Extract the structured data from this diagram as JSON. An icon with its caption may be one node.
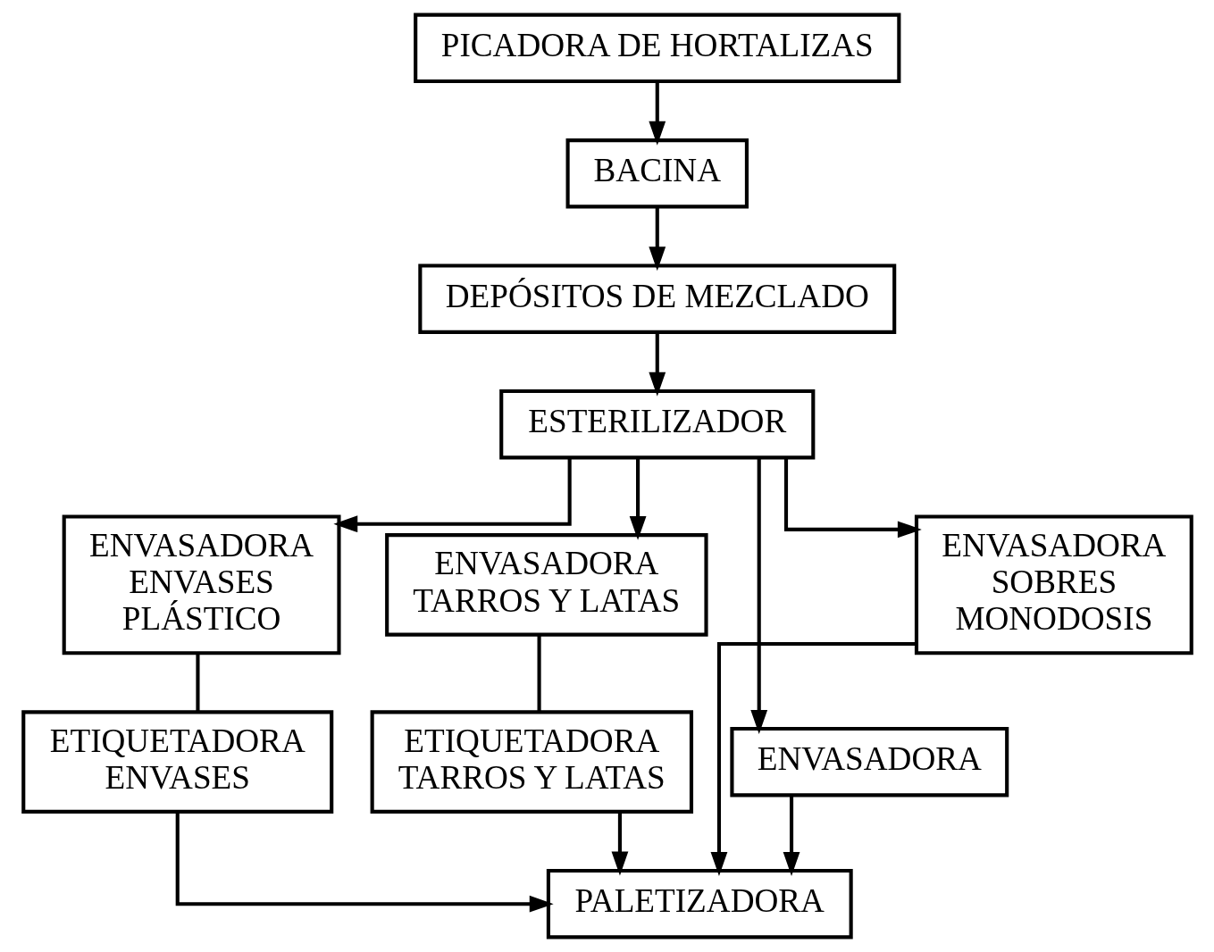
{
  "diagram": {
    "nodes": [
      {
        "text": [
          "PICADORA DE HORTALIZAS"
        ]
      },
      {
        "text": [
          "BACINA"
        ]
      },
      {
        "text": [
          "DEPÓSITOS DE MEZCLADO"
        ]
      },
      {
        "text": [
          "ESTERILIZADOR"
        ]
      },
      {
        "text": [
          "ENVASADORA ENVASES PLÁSTICO"
        ]
      },
      {
        "text": [
          "ENVASADORA TARROS Y LATAS"
        ]
      },
      {
        "text": [
          "ENVASADORA"
        ]
      },
      {
        "text": [
          "ENVASADORA SOBRES MONODOSIS"
        ]
      },
      {
        "text": [
          "ETIQUETADORA ENVASES"
        ]
      },
      {
        "text": [
          "ETIQUETADORA TARROS Y LATAS"
        ]
      },
      {
        "text": [
          "PALETIZADORA"
        ]
      }
    ],
    "edges": [
      {
        "from": 0,
        "to": 1,
        "arrow": "to"
      },
      {
        "from": 1,
        "to": 2,
        "arrow": "to"
      },
      {
        "from": 2,
        "to": 3,
        "arrow": "to"
      },
      {
        "from": 3,
        "to": 4,
        "arrow": "to"
      },
      {
        "from": 3,
        "to": 5,
        "arrow": "to"
      },
      {
        "from": 3,
        "to": 6,
        "arrow": "to"
      },
      {
        "from": 3,
        "to": 7,
        "arrow": "to"
      },
      {
        "from": 4,
        "to": 8,
        "arrow": "none"
      },
      {
        "from": 5,
        "to": 9,
        "arrow": "none"
      },
      {
        "from": 8,
        "to": 10,
        "arrow": "to"
      },
      {
        "from": 9,
        "to": 10,
        "arrow": "to"
      },
      {
        "from": 6,
        "to": 10,
        "arrow": "to"
      },
      {
        "from": 7,
        "to": 10,
        "arrow": "to"
      }
    ]
  }
}
